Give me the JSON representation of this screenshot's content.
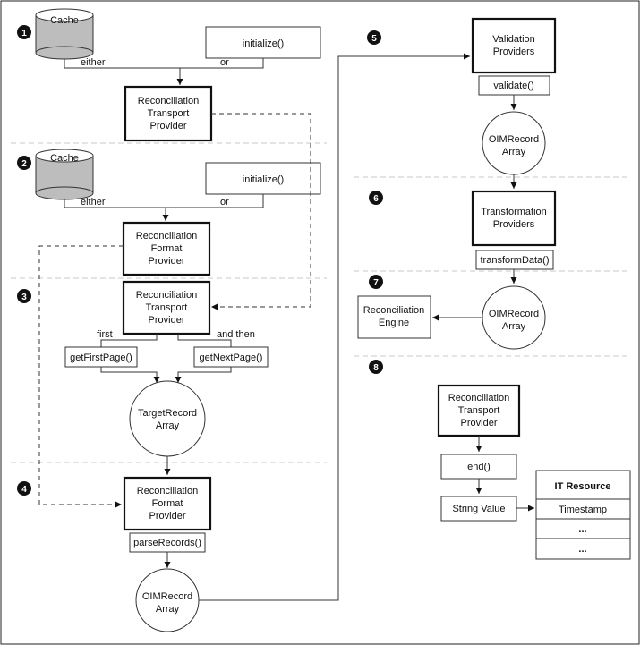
{
  "steps": {
    "s1": "1",
    "s2": "2",
    "s3": "3",
    "s4": "4",
    "s5": "5",
    "s6": "6",
    "s7": "7",
    "s8": "8"
  },
  "cache_label": "Cache",
  "initialize_label": "initialize()",
  "either_label": "either",
  "or_label": "or",
  "transport_provider": [
    "Reconciliation",
    "Transport",
    "Provider"
  ],
  "format_provider": [
    "Reconciliation",
    "Format",
    "Provider"
  ],
  "first_label": "first",
  "and_then_label": "and then",
  "get_first_page": "getFirstPage()",
  "get_next_page": "getNextPage()",
  "target_record_array": [
    "TargetRecord",
    "Array"
  ],
  "parse_records": "parseRecords()",
  "oim_record_array": [
    "OIMRecord",
    "Array"
  ],
  "validation_providers": [
    "Validation",
    "Providers"
  ],
  "validate": "validate()",
  "transformation_providers": [
    "Transformation",
    "Providers"
  ],
  "transform_data": "transformData()",
  "reconciliation_engine": [
    "Reconciliation",
    "Engine"
  ],
  "end_method": "end()",
  "string_value": "String Value",
  "it_resource": {
    "title": "IT Resource",
    "rows": [
      "Timestamp",
      "...",
      "..."
    ]
  }
}
